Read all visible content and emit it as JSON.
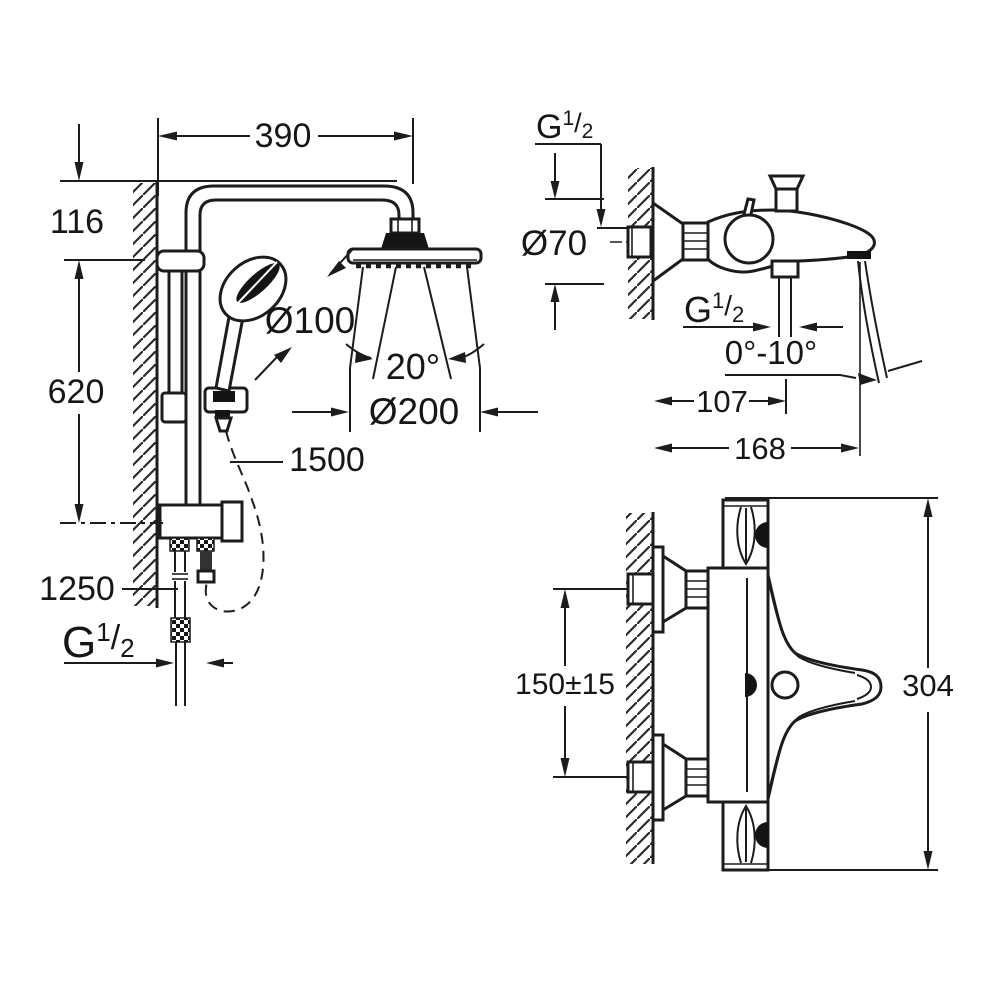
{
  "colors": {
    "ink": "#1c1c1c",
    "background": "#ffffff"
  },
  "shower_column": {
    "dim_width_top": "390",
    "dim_offset_top": "116",
    "dim_rail_height": "620",
    "hand_shower_diameter": "Ø100",
    "spray_angle": "20°",
    "head_shower_diameter": "Ø200",
    "hose_length": "1500",
    "supply_pipe_length": "1250",
    "inlet_thread": {
      "g": "G",
      "num": "1",
      "slash": "/",
      "den": "2"
    }
  },
  "bath_mixer_side": {
    "wall_thread": {
      "g": "G",
      "num": "1",
      "slash": "/",
      "den": "2"
    },
    "escutcheon_diameter": "Ø70",
    "outlet_thread": {
      "g": "G",
      "num": "1",
      "slash": "/",
      "den": "2"
    },
    "spout_tilt_range": "0°-10°",
    "dim_outlet_depth": "107",
    "dim_total_depth": "168"
  },
  "mixer_top_view": {
    "dim_center_distance": "150±15",
    "dim_total_width": "304"
  }
}
